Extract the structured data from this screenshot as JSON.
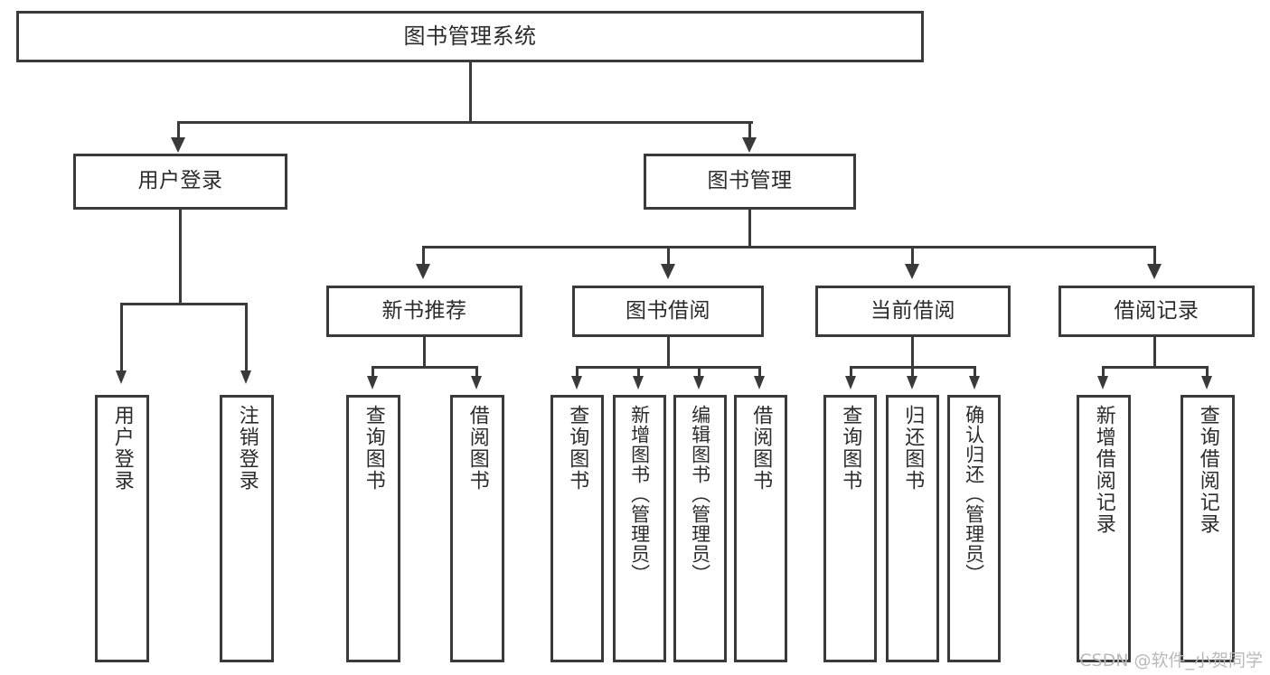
{
  "diagram": {
    "type": "tree-hierarchy",
    "title": "图书管理系统",
    "watermark": "CSDN @软件_小贺同学",
    "colors": {
      "stroke": "#3a3a3a",
      "fill": "#ffffff",
      "text": "#2b2b2b",
      "watermark": "#b9b9b9"
    },
    "nodes": {
      "root": {
        "label": "图书管理系统"
      },
      "tier2": [
        {
          "label": "用户登录"
        },
        {
          "label": "图书管理"
        }
      ],
      "tier3": [
        {
          "label": "新书推荐"
        },
        {
          "label": "图书借阅"
        },
        {
          "label": "当前借阅"
        },
        {
          "label": "借阅记录"
        }
      ],
      "leaves": {
        "user_login": [
          {
            "label": "用户登录"
          },
          {
            "label": "注销登录"
          }
        ],
        "new_book": [
          {
            "label": "查询图书"
          },
          {
            "label": "借阅图书"
          }
        ],
        "book_borrow": [
          {
            "label": "查询图书"
          },
          {
            "label": "新增图书（管理员）"
          },
          {
            "label": "编辑图书（管理员）"
          },
          {
            "label": "借阅图书"
          }
        ],
        "current_borrow": [
          {
            "label": "查询图书"
          },
          {
            "label": "归还图书"
          },
          {
            "label": "确认归还（管理员）"
          }
        ],
        "borrow_record": [
          {
            "label": "新增借阅记录"
          },
          {
            "label": "查询借阅记录"
          }
        ]
      }
    }
  }
}
